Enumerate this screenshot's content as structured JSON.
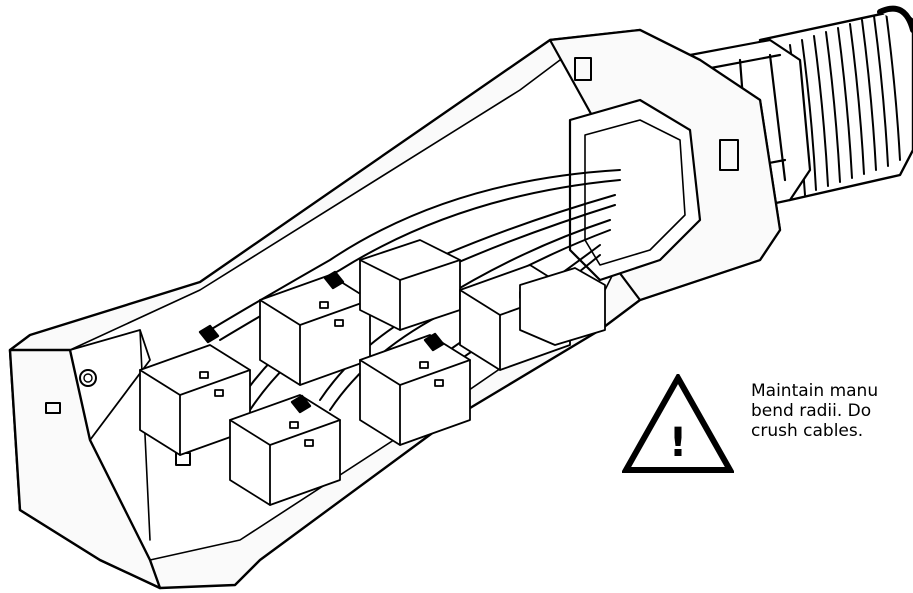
{
  "warning": {
    "icon": "warning-triangle-icon",
    "symbol": "!",
    "lines": [
      "Maintain manu",
      "bend radii. Do",
      "crush cables."
    ]
  },
  "colors": {
    "line": "#000000",
    "background": "#ffffff",
    "housing": "#fafafa"
  }
}
